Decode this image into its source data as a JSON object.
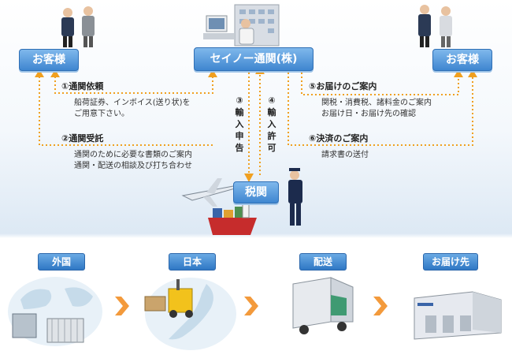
{
  "nodes": {
    "customer_left": "お客様",
    "seino": "セイノー通関(株)",
    "customer_right": "お客様",
    "customs": "税関"
  },
  "steps": {
    "s1": {
      "title": "①通関依頼",
      "lines": [
        "船荷証券、インボイス(送り状)を",
        "ご用意下さい。"
      ]
    },
    "s2": {
      "title": "②通関受託",
      "lines": [
        "通関のために必要な書類のご案内",
        "通関・配送の相談及び打ち合わせ"
      ]
    },
    "s3": {
      "num": "③",
      "chars": [
        "輸",
        "入",
        "申",
        "告"
      ]
    },
    "s4": {
      "num": "④",
      "chars": [
        "輸",
        "入",
        "許",
        "可"
      ]
    },
    "s5": {
      "title": "⑤お届けのご案内",
      "lines": [
        "関税・消費税、諸料金のご案内",
        "お届け日・お届け先の確認"
      ]
    },
    "s6": {
      "title": "⑥決済のご案内",
      "lines": [
        "請求書の送付"
      ]
    }
  },
  "flow": [
    "外国",
    "日本",
    "配送",
    "お届け先"
  ],
  "colors": {
    "node": "#3f86d0",
    "dotted": "#f0a020",
    "chevron": "#f39a3c"
  }
}
